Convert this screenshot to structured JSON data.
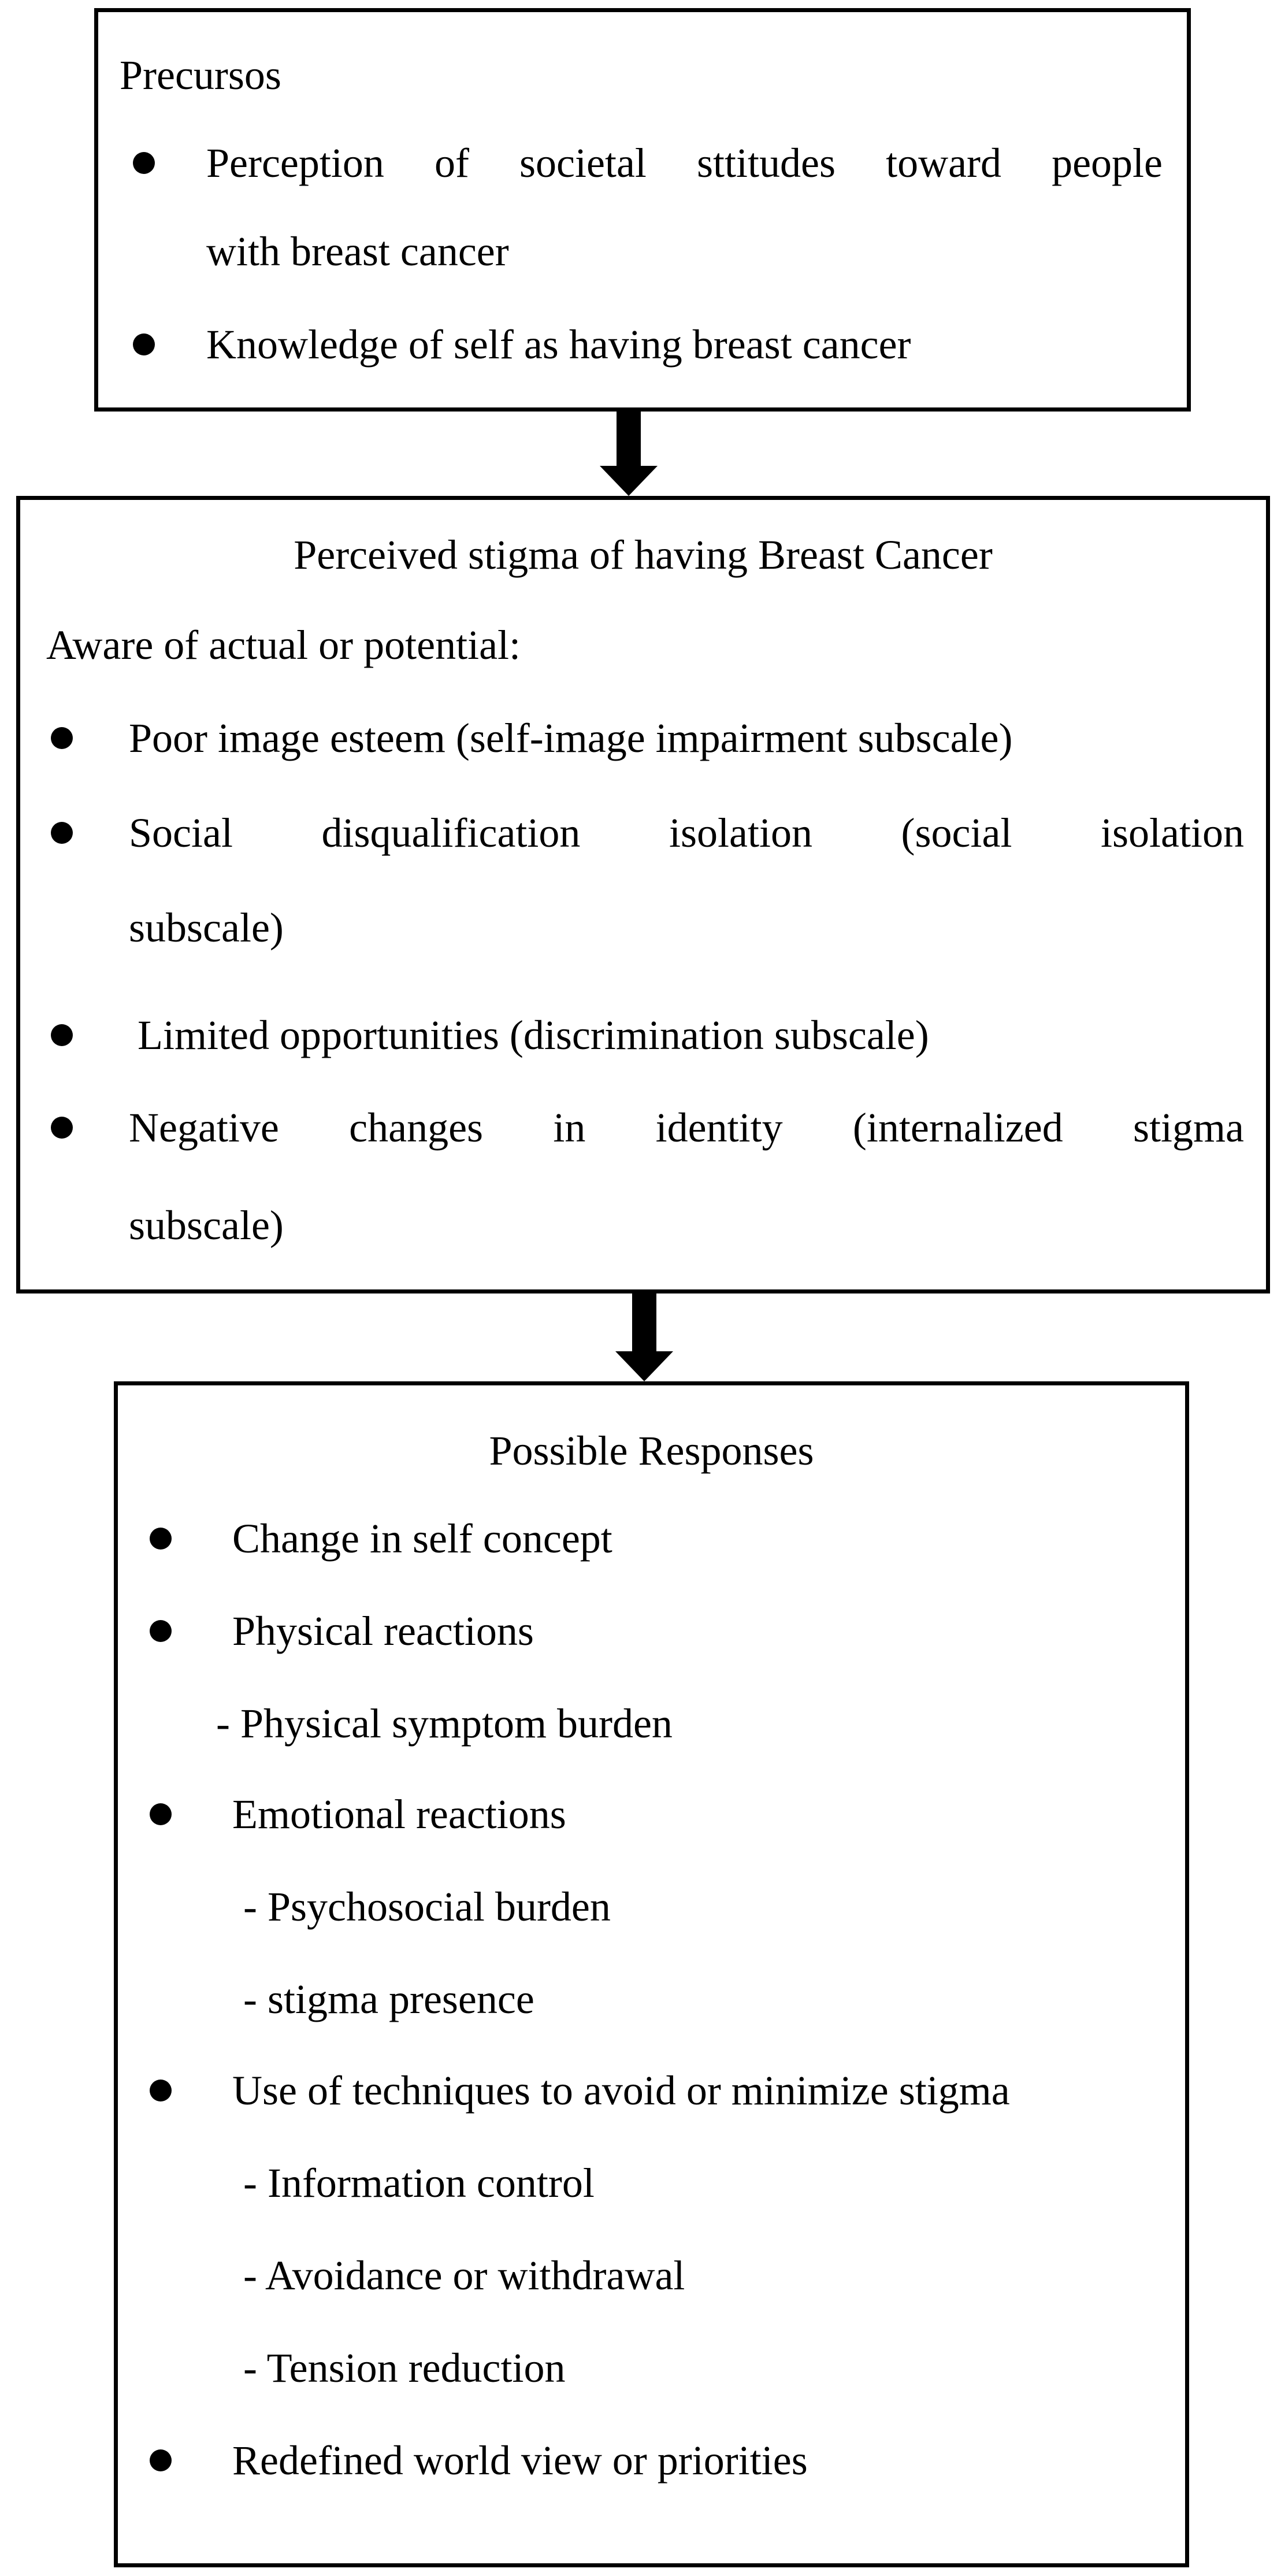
{
  "box1": {
    "title": "Precursos",
    "items": [
      {
        "lines": [
          "Perception of societal sttitudes toward people",
          "with breast cancer"
        ]
      },
      {
        "lines": [
          "Knowledge of self as having breast cancer"
        ]
      }
    ]
  },
  "box2": {
    "title": "Perceived stigma of having Breast Cancer",
    "intro": "Aware of actual or potential:",
    "items": [
      {
        "lines": [
          "Poor image esteem (self-image impairment subscale)"
        ]
      },
      {
        "lines": [
          "Social disqualification isolation (social isolation",
          "subscale)"
        ]
      },
      {
        "lines": [
          "Limited opportunities (discrimination subscale)"
        ]
      },
      {
        "lines": [
          "Negative changes in identity (internalized stigma",
          "subscale)"
        ]
      }
    ]
  },
  "box3": {
    "title": "Possible Responses",
    "items": [
      {
        "label": "Change in self concept",
        "subitems": []
      },
      {
        "label": "Physical reactions",
        "subitems": [
          "- Physical symptom burden"
        ]
      },
      {
        "label": "Emotional reactions",
        "subitems": [
          "- Psychosocial burden",
          "- stigma presence"
        ]
      },
      {
        "label": "Use of techniques to avoid or minimize stigma",
        "subitems": [
          "- Information control",
          "- Avoidance or withdrawal",
          "- Tension reduction"
        ]
      },
      {
        "label": "Redefined world view or priorities",
        "subitems": []
      }
    ]
  }
}
